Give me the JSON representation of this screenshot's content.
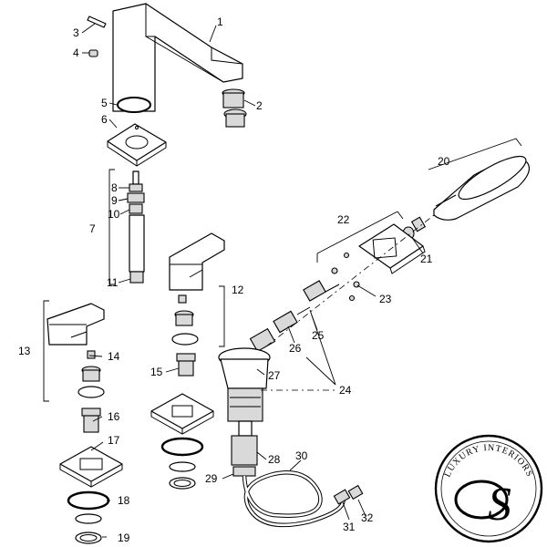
{
  "callouts": [
    "1",
    "2",
    "3",
    "4",
    "5",
    "6",
    "7",
    "8",
    "9",
    "10",
    "11",
    "12",
    "13",
    "14",
    "15",
    "16",
    "17",
    "18",
    "19",
    "20",
    "21",
    "22",
    "23",
    "24",
    "25",
    "26",
    "27",
    "28",
    "29",
    "30",
    "31",
    "32"
  ],
  "logo": {
    "text": "LUXURY INTERIORS",
    "monogram": "S"
  }
}
